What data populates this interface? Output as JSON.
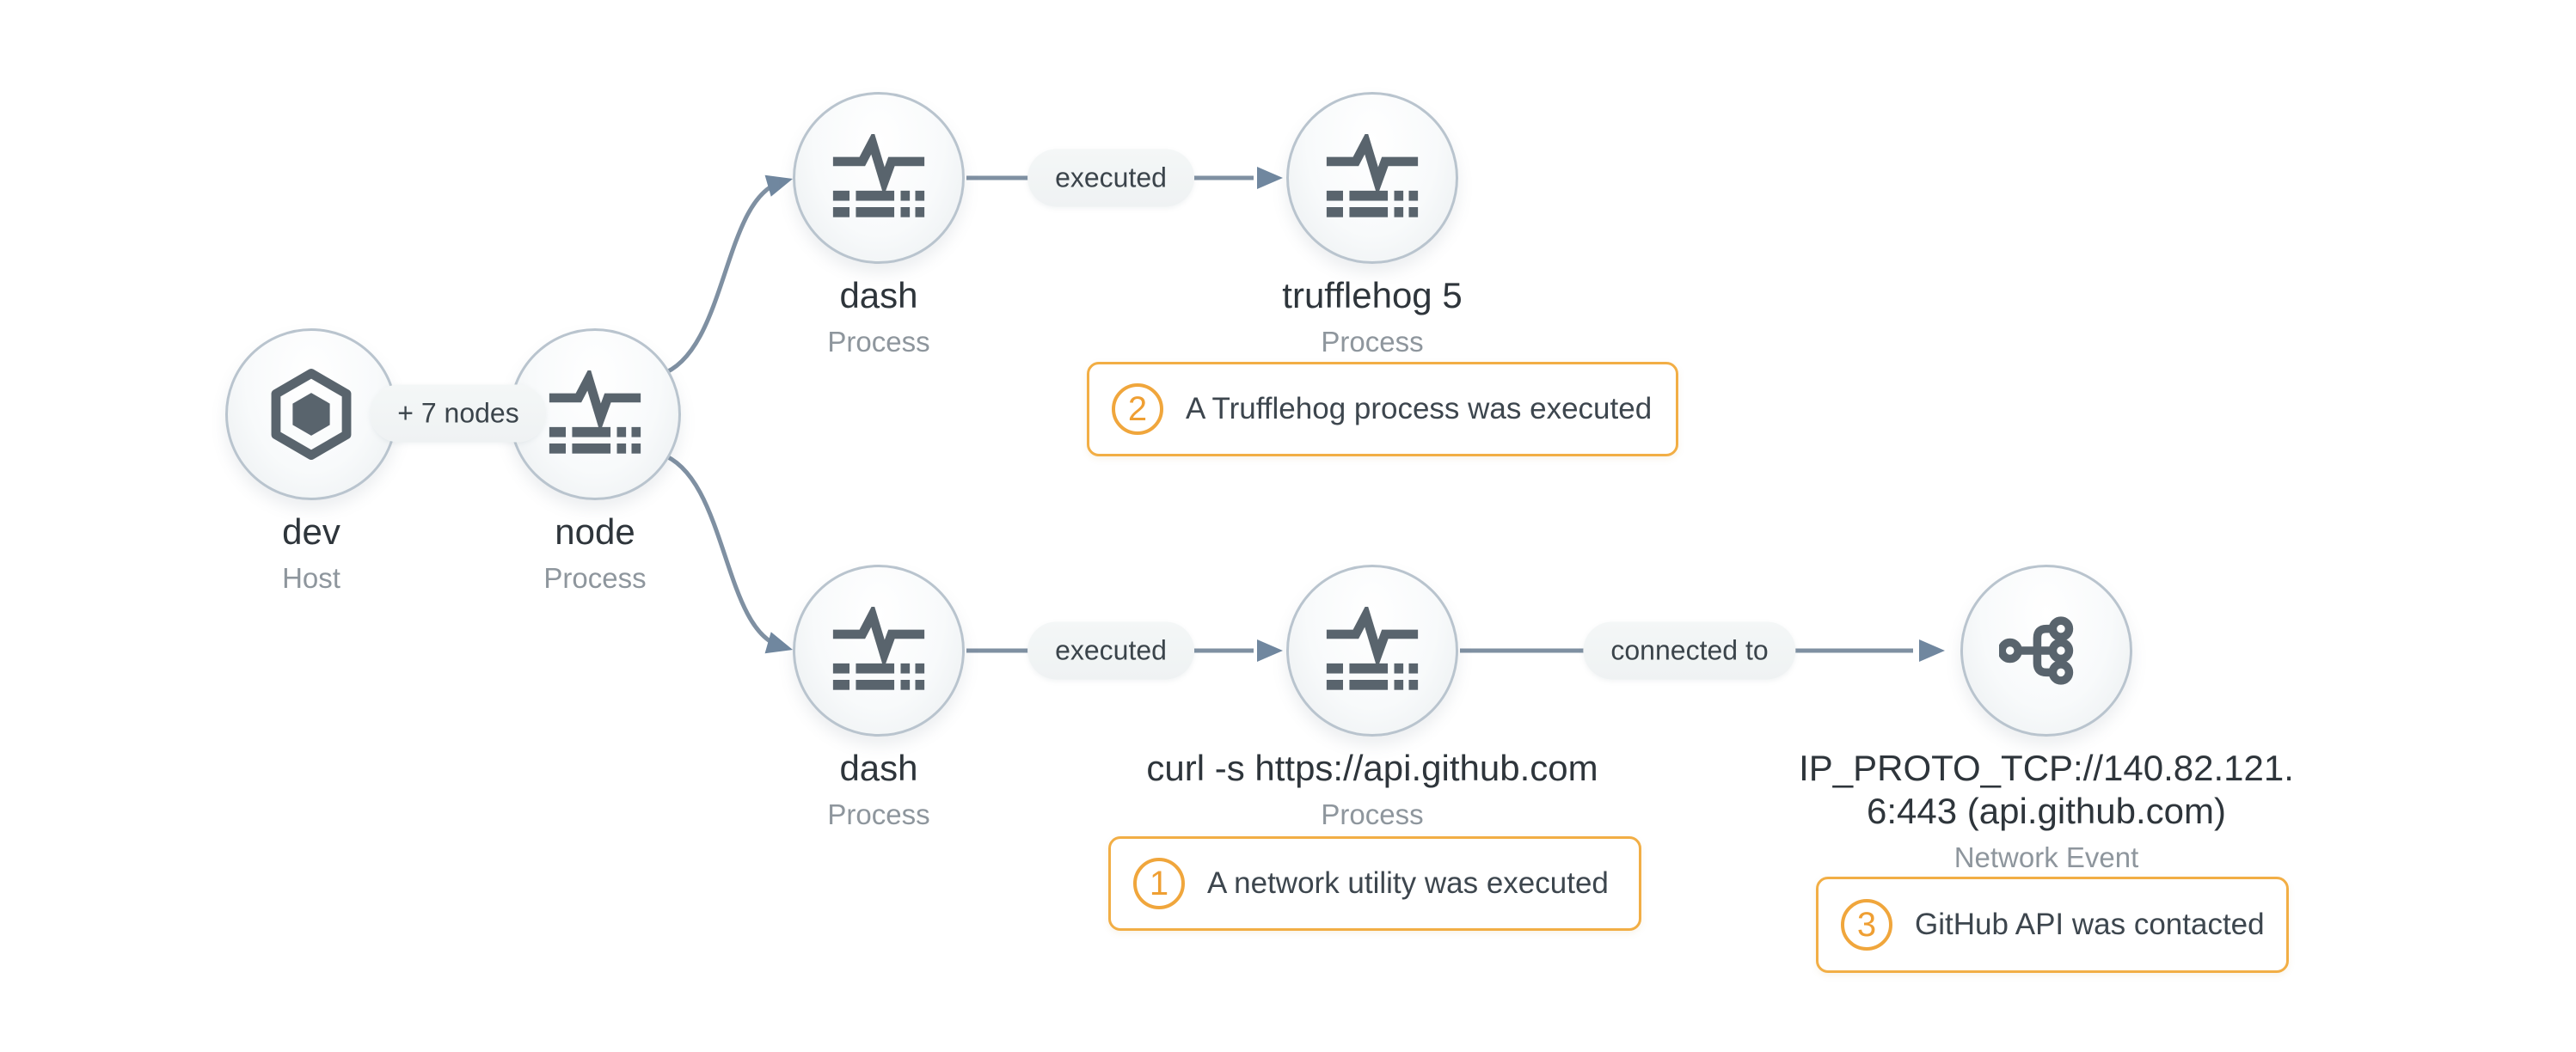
{
  "diagram": {
    "kind": "entity-process-graph",
    "background": "#ffffff"
  },
  "colors": {
    "edge": "#7f90a2",
    "arrow": "#70879f",
    "node_border": "#b9c4ce",
    "icon": "#59646d",
    "node_label": "#2e353b",
    "node_sublabel": "#8e969d",
    "pill_bg": "#f0f3f4",
    "pill_text": "#3b444b",
    "annotation_border": "#f2ae45",
    "annotation_accent": "#ef9f33",
    "annotation_text": "#3d464e"
  },
  "nodes": [
    {
      "id": "dev",
      "label": "dev",
      "type": "Host",
      "icon": "host-hexagon-icon"
    },
    {
      "id": "node",
      "label": "node",
      "type": "Process",
      "icon": "process-activity-icon"
    },
    {
      "id": "dash-top",
      "label": "dash",
      "type": "Process",
      "icon": "process-activity-icon"
    },
    {
      "id": "trufflehog",
      "label": "trufflehog 5",
      "type": "Process",
      "icon": "process-activity-icon"
    },
    {
      "id": "dash-bottom",
      "label": "dash",
      "type": "Process",
      "icon": "process-activity-icon"
    },
    {
      "id": "curl",
      "label": "curl -s https://api.github.com",
      "type": "Process",
      "icon": "process-activity-icon"
    },
    {
      "id": "network",
      "label_line1": "IP_PROTO_TCP://140.82.121.",
      "label_line2": "6:443 (api.github.com)",
      "type": "Network Event",
      "icon": "network-fanout-icon"
    }
  ],
  "edges": [
    {
      "from": "dev",
      "to": "node",
      "label": "+ 7 nodes"
    },
    {
      "from": "node",
      "to": "dash-top",
      "label": ""
    },
    {
      "from": "node",
      "to": "dash-bottom",
      "label": ""
    },
    {
      "from": "dash-top",
      "to": "trufflehog",
      "label": "executed"
    },
    {
      "from": "dash-bottom",
      "to": "curl",
      "label": "executed"
    },
    {
      "from": "curl",
      "to": "network",
      "label": "connected to"
    }
  ],
  "annotations": [
    {
      "number": "1",
      "text": "A network utility was executed"
    },
    {
      "number": "2",
      "text": "A Trufflehog process was executed"
    },
    {
      "number": "3",
      "text": "GitHub API was contacted"
    }
  ]
}
